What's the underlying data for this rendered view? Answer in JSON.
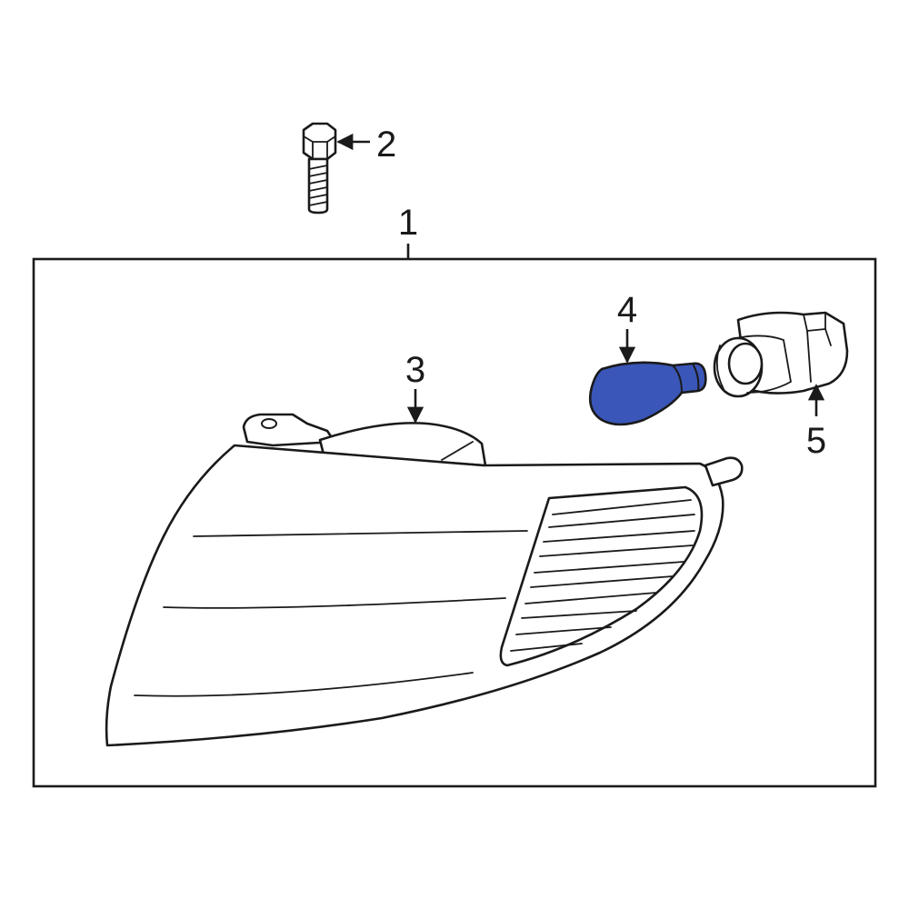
{
  "callouts": {
    "assembly": "1",
    "bolt": "2",
    "housing": "3",
    "bulb": "4",
    "socket": "5"
  },
  "colors": {
    "highlight": "#3a56b8",
    "line": "#1a1a1a",
    "background": "#ffffff"
  }
}
